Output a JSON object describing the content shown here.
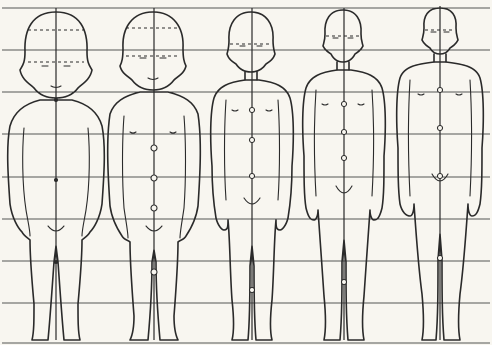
{
  "figure": {
    "figure_count": 5,
    "grid_division_count": 8,
    "figures": [
      {
        "id": "figure-1"
      },
      {
        "id": "figure-2"
      },
      {
        "id": "figure-3"
      },
      {
        "id": "figure-4"
      },
      {
        "id": "figure-5"
      }
    ]
  }
}
